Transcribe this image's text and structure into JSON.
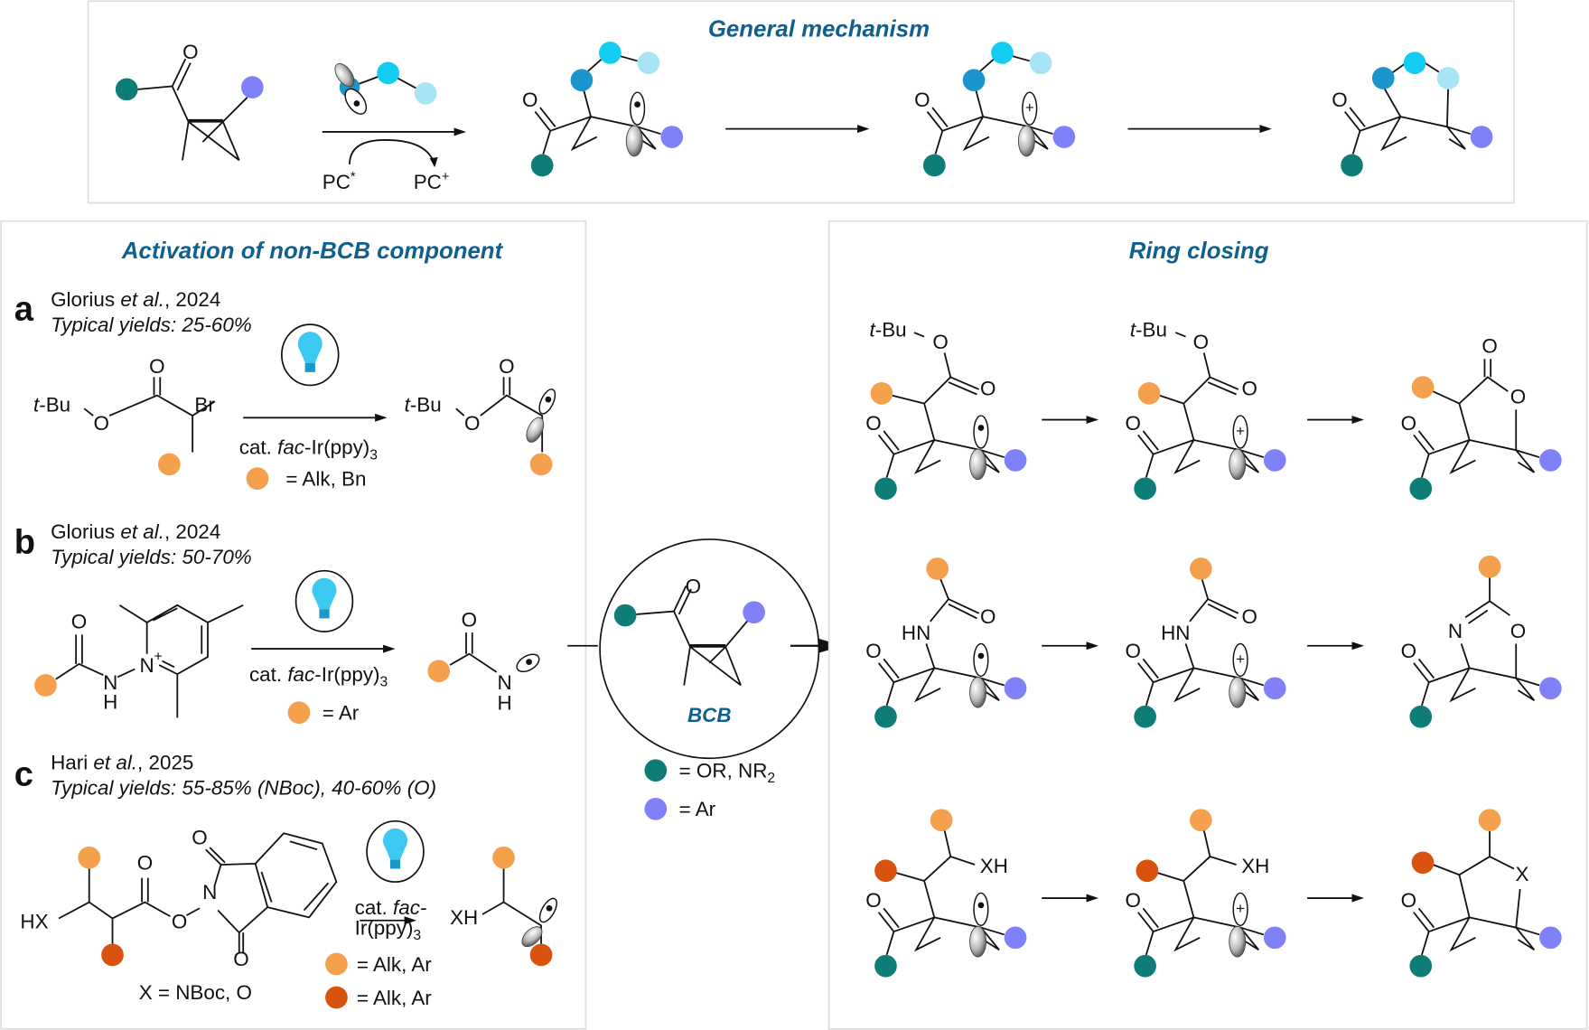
{
  "colors": {
    "title": "#0f5f8f",
    "teal": "#0e7d78",
    "purple": "#8080f8",
    "orange": "#f4a04c",
    "dark_orange": "#d9530f",
    "blue_1": "#1a96cc",
    "blue_2": "#12ccf2",
    "blue_3": "#a8e4f6",
    "bulb": "#3cc8f0"
  },
  "atoms": {
    "O": "O",
    "N": "N",
    "H": "H",
    "HN": "HN",
    "Br": "Br",
    "t": "t",
    "Bu": "-Bu",
    "XH": "XH",
    "HX": "HX",
    "X": "X",
    "plus": "+"
  },
  "general": {
    "title": "General mechanism",
    "pc_star": {
      "base": "PC",
      "sup": "*"
    },
    "pc_plus": {
      "base": "PC",
      "sup": "+"
    }
  },
  "left_panel": {
    "title": "Activation of non-BCB component",
    "sections": [
      {
        "letter": "a",
        "author": "Glorius ",
        "etal": "et al.",
        "year": ", 2024",
        "yields": "Typical yields: 25-60%",
        "catalyst": {
          "prefix": "cat. ",
          "italic": "fac",
          "rest": "-Ir(ppy)",
          "sub": "3"
        },
        "legend": [
          {
            "color_key": "orange",
            "text": "= Alk, Bn"
          }
        ],
        "icon": "lightbulb-icon"
      },
      {
        "letter": "b",
        "author": "Glorius ",
        "etal": "et al.",
        "year": ", 2024",
        "yields": "Typical yields: 50-70%",
        "catalyst": {
          "prefix": "cat. ",
          "italic": "fac",
          "rest": "-Ir(ppy)",
          "sub": "3"
        },
        "legend": [
          {
            "color_key": "orange",
            "text": "= Ar"
          }
        ],
        "icon": "lightbulb-icon"
      },
      {
        "letter": "c",
        "author": "Hari ",
        "etal": "et al.",
        "year": ", 2025",
        "yields": "Typical yields: 55-85% (NBoc), 40-60% (O)",
        "catalyst": {
          "prefix": "cat. ",
          "italic": "fac-",
          "rest": "Ir(ppy)",
          "sub": "3"
        },
        "x_definition": "X = NBoc, O",
        "legend": [
          {
            "color_key": "orange",
            "text": "= Alk, Ar"
          },
          {
            "color_key": "dark_orange",
            "text": "= Alk, Ar"
          }
        ],
        "icon": "lightbulb-icon"
      }
    ]
  },
  "center": {
    "label": "BCB",
    "legend": [
      {
        "color_key": "teal",
        "text": "= OR, NR",
        "sub": "2"
      },
      {
        "color_key": "purple",
        "text": "= Ar"
      }
    ]
  },
  "right_panel": {
    "title": "Ring closing"
  }
}
